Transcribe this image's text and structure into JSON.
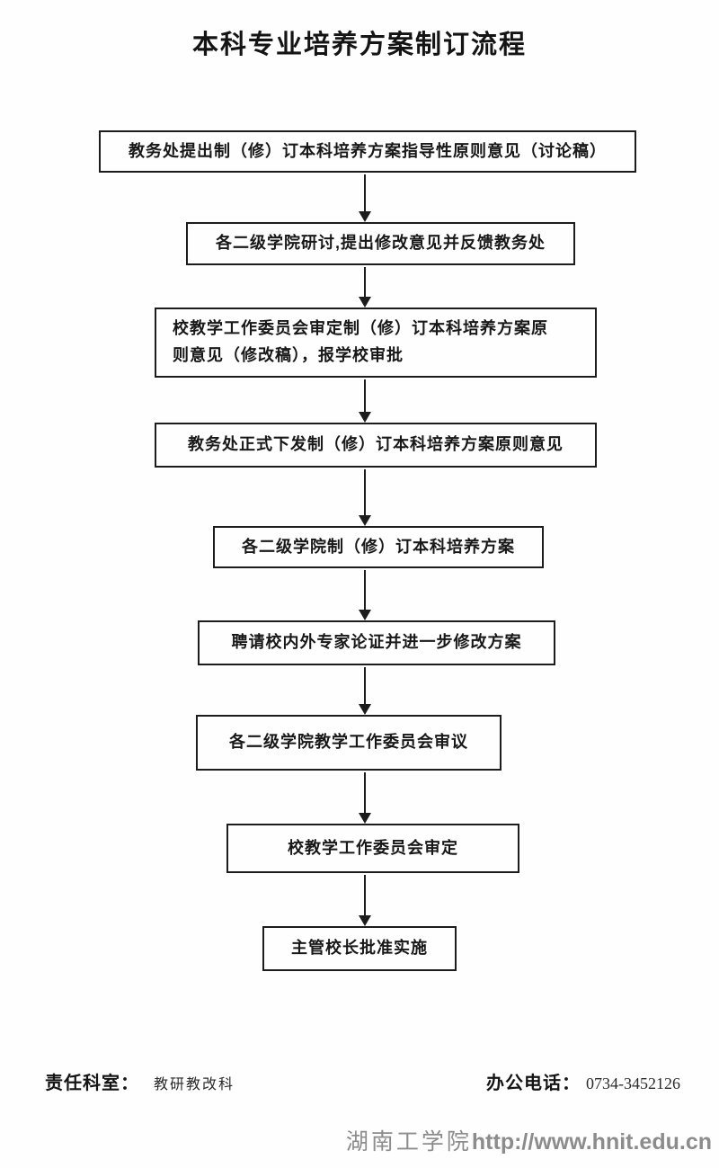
{
  "page": {
    "title": "本科专业培养方案制订流程"
  },
  "flow": {
    "steps": [
      {
        "label": "教务处提出制（修）订本科培养方案指导性原则意见（讨论稿）"
      },
      {
        "label": "各二级学院研讨,提出修改意见并反馈教务处"
      },
      {
        "label": "校教学工作委员会审定制（修）订本科培养方案原\n则意见（修改稿），报学校审批"
      },
      {
        "label": "教务处正式下发制（修）订本科培养方案原则意见"
      },
      {
        "label": "各二级学院制（修）订本科培养方案"
      },
      {
        "label": "聘请校内外专家论证并进一步修改方案"
      },
      {
        "label": "各二级学院教学工作委员会审议"
      },
      {
        "label": "校教学工作委员会审定"
      },
      {
        "label": "主管校长批准实施"
      }
    ]
  },
  "info_bar": {
    "dept_label": "责任科室：",
    "dept_value": "教研教改科",
    "phone_label": "办公电话：",
    "phone_value": "0734-3452126"
  },
  "site_footer": {
    "org": "湖南工学院",
    "url": "http://www.hnit.edu.cn",
    "text_color": "#8c8c8c"
  },
  "colors": {
    "background": "#fefefe",
    "box_border": "#1c1c1c",
    "text": "#151515"
  }
}
